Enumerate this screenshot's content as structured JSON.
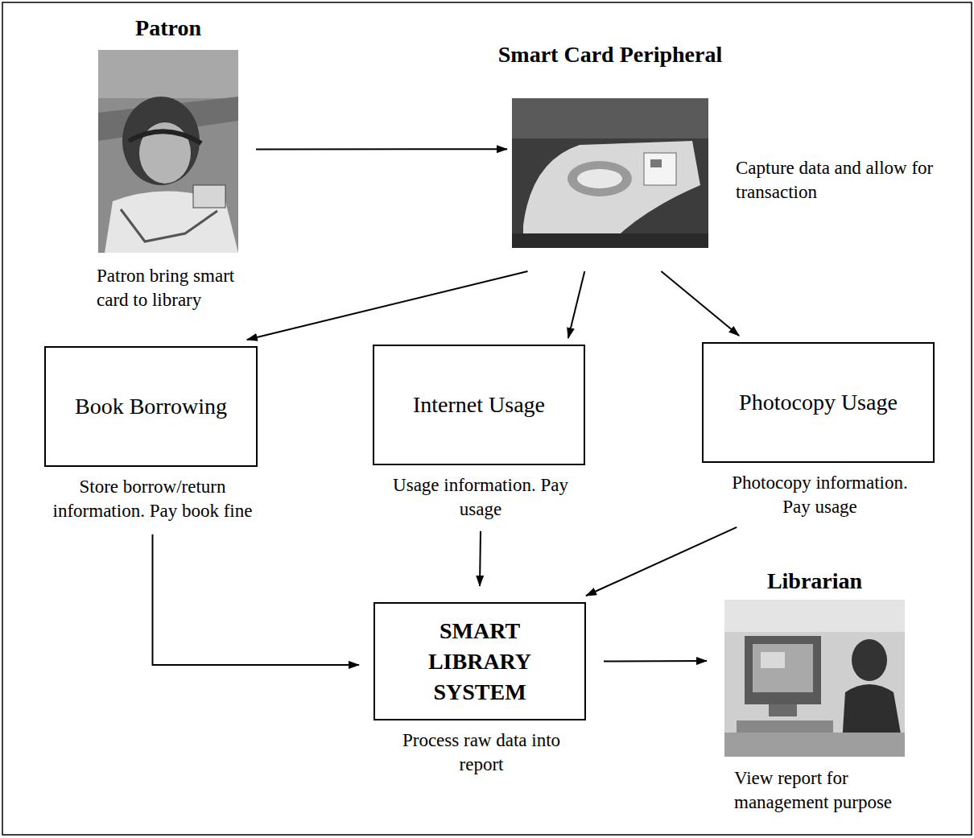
{
  "diagram": {
    "nodes": [
      {
        "text": [
          "Patron",
          "Patron bring smart card to library"
        ]
      },
      {
        "text": [
          "Smart Card Peripheral",
          "Capture data and allow for transaction"
        ]
      },
      {
        "text": [
          "Book Borrowing",
          "Store borrow/return information. Pay book fine"
        ]
      },
      {
        "text": [
          "Internet Usage",
          "Usage information. Pay usage"
        ]
      },
      {
        "text": [
          "Photocopy Usage",
          "Photocopy information. Pay usage"
        ]
      },
      {
        "text": [
          "SMART LIBRARY SYSTEM",
          "Process raw data into report"
        ]
      },
      {
        "text": [
          "Librarian",
          "View report for management purpose"
        ]
      }
    ],
    "edges": [
      {
        "from": 0,
        "to": 1,
        "arrow": "to"
      },
      {
        "from": 1,
        "to": 2,
        "arrow": "to"
      },
      {
        "from": 1,
        "to": 3,
        "arrow": "to"
      },
      {
        "from": 1,
        "to": 4,
        "arrow": "to"
      },
      {
        "from": 2,
        "to": 5,
        "arrow": "to"
      },
      {
        "from": 3,
        "to": 5,
        "arrow": "to"
      },
      {
        "from": 4,
        "to": 5,
        "arrow": "to"
      },
      {
        "from": 5,
        "to": 6,
        "arrow": "to"
      }
    ]
  }
}
